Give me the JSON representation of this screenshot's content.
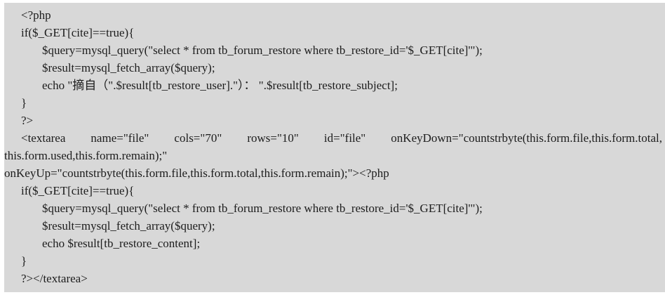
{
  "page": {
    "background_color": "#ffffff",
    "block_background_color": "#d8d8d8",
    "text_color": "#1c1c1c"
  },
  "code": {
    "language": "php",
    "lines": [
      {
        "text": "<?php",
        "indent": 1,
        "justify": false
      },
      {
        "text": "if($_GET[cite]==true){",
        "indent": 1,
        "justify": false
      },
      {
        "text": "$query=mysql_query(\"select * from tb_forum_restore where tb_restore_id='$_GET[cite]'\");",
        "indent": 2,
        "justify": false
      },
      {
        "text": "$result=mysql_fetch_array($query);",
        "indent": 2,
        "justify": false
      },
      {
        "text": "echo \"摘自（\".$result[tb_restore_user].\"）： \".$result[tb_restore_subject];",
        "indent": 2,
        "justify": false
      },
      {
        "text": "}",
        "indent": 1,
        "justify": false
      },
      {
        "text": "?>",
        "indent": 1,
        "justify": false
      },
      {
        "text": "<textarea name=\"file\" cols=\"70\" rows=\"10\" id=\"file\" onKeyDown=\"countstrbyte(this.form.file,this.form.total,",
        "indent": 1,
        "justify": true
      },
      {
        "text": "this.form.used,this.form.remain);\"",
        "indent": 0,
        "justify": false
      },
      {
        "text": "onKeyUp=\"countstrbyte(this.form.file,this.form.total,this.form.remain);\"><?php",
        "indent": 0,
        "justify": false
      },
      {
        "text": "if($_GET[cite]==true){",
        "indent": 1,
        "justify": false
      },
      {
        "text": "$query=mysql_query(\"select * from tb_forum_restore where tb_restore_id='$_GET[cite]'\");",
        "indent": 2,
        "justify": false
      },
      {
        "text": "$result=mysql_fetch_array($query);",
        "indent": 2,
        "justify": false
      },
      {
        "text": "echo $result[tb_restore_content];",
        "indent": 2,
        "justify": false
      },
      {
        "text": "}",
        "indent": 1,
        "justify": false
      },
      {
        "text": "?></textarea>",
        "indent": 1,
        "justify": false
      }
    ]
  }
}
